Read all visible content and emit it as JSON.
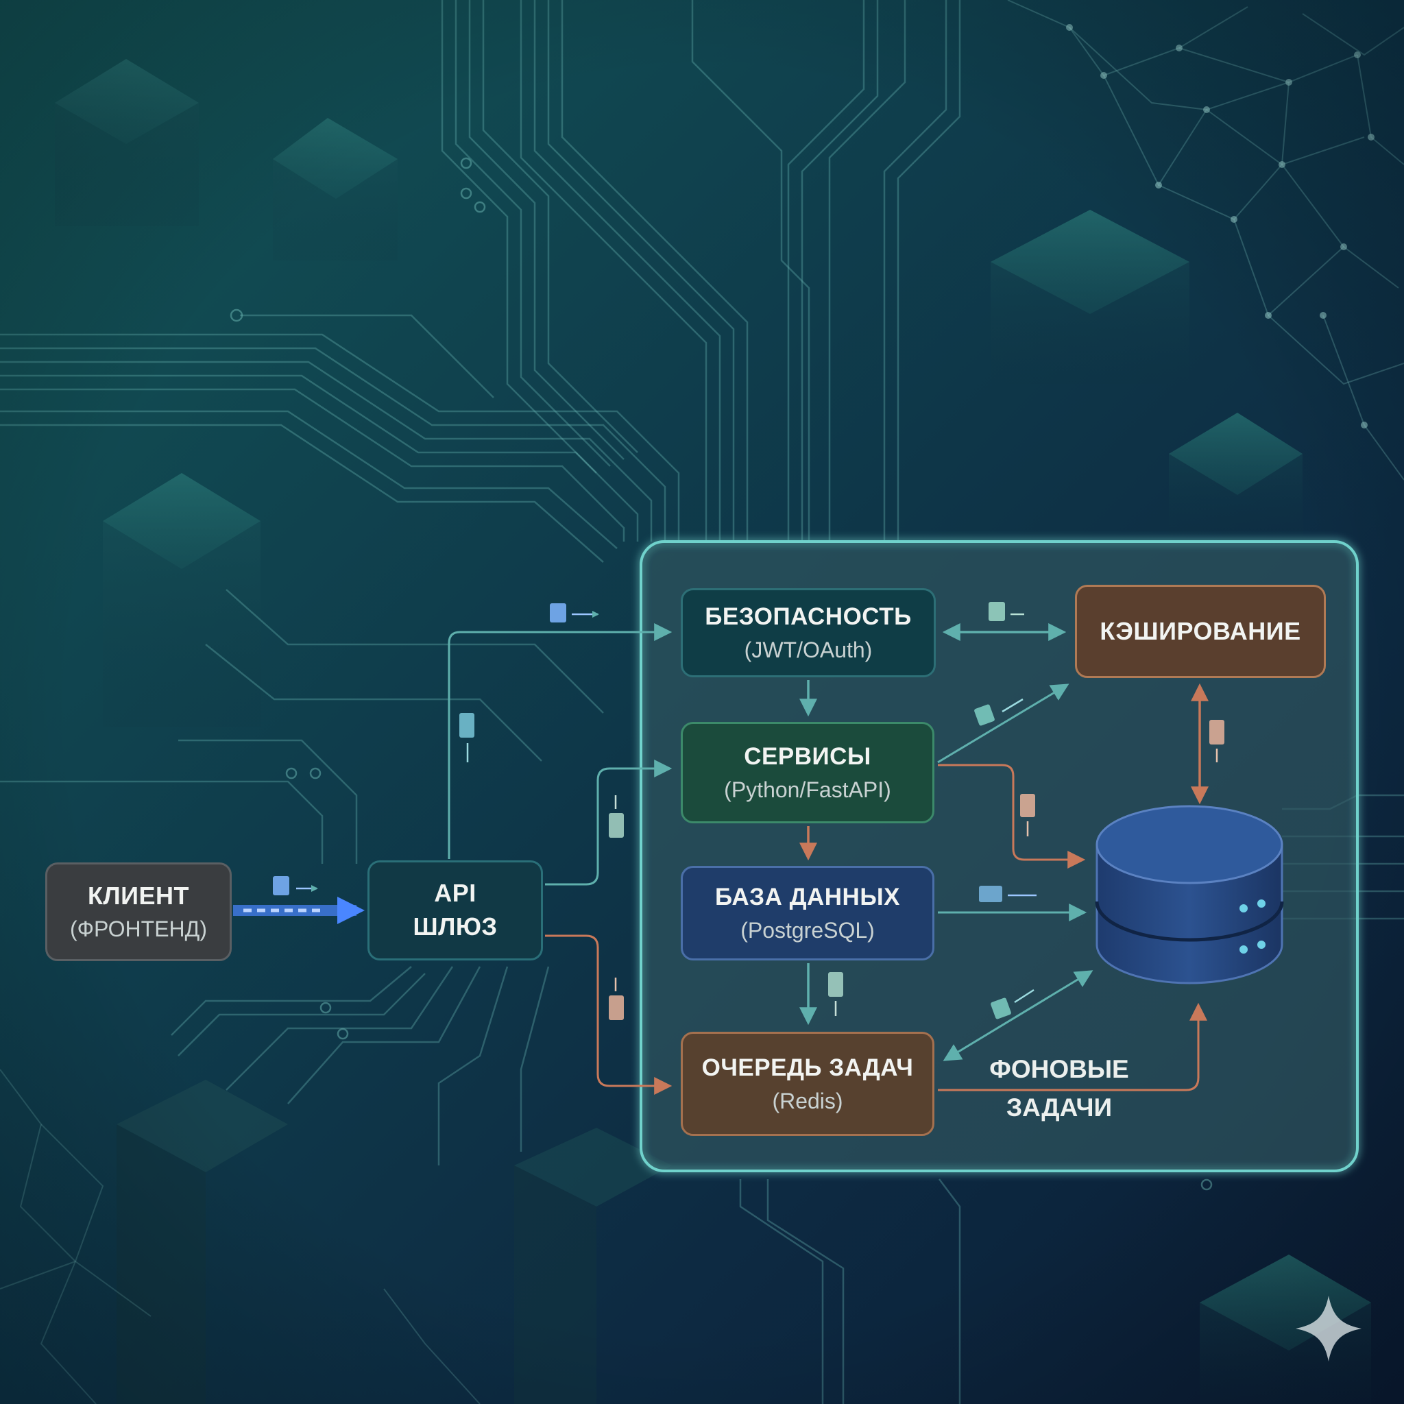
{
  "nodes": {
    "client": {
      "title": "КЛИЕНТ",
      "subtitle": "(ФРОНТЕНД)"
    },
    "api_gateway": {
      "line1": "API",
      "line2": "ШЛЮЗ"
    },
    "security": {
      "title": "БЕЗОПАСНОСТЬ",
      "subtitle": "(JWT/OAuth)"
    },
    "services": {
      "title": "СЕРВИСЫ",
      "subtitle": "(Python/FastAPI)"
    },
    "database": {
      "title": "БАЗА ДАННЫХ",
      "subtitle": "(PostgreSQL)"
    },
    "task_queue": {
      "title": "ОЧЕРЕДЬ ЗАДАЧ",
      "subtitle": "(Redis)"
    },
    "caching": {
      "title": "КЭШИРОВАНИЕ"
    }
  },
  "background_tasks_label": {
    "line1": "ФОНОВЫЕ",
    "line2": "ЗАДАЧИ"
  },
  "colors": {
    "teal_arrow": "#5fb0ad",
    "orange_arrow": "#c9795a",
    "blue_arrow": "#4a86ff",
    "panel_border": "#6fd2cc",
    "db_cylinder": "#2a4e86"
  },
  "icons": [
    "document-icon",
    "database-cylinder-icon",
    "sparkle-icon"
  ]
}
